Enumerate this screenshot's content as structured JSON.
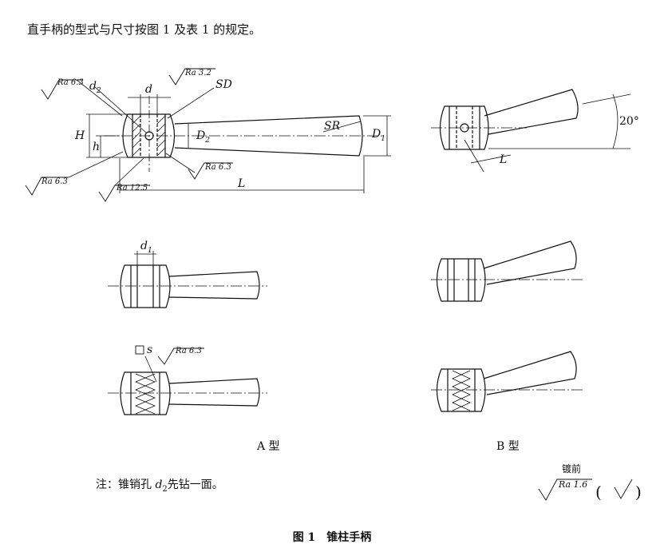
{
  "intro": "直手柄的型式与尺寸按图 1 及表 1 的规定。",
  "labels": {
    "ra63_a": "Ra 6.3",
    "ra32": "Ra 3.2",
    "ra63_b": "Ra 6.3",
    "ra63_c": "Ra 6.3",
    "ra125": "Ra 12.5",
    "ra63_s": "Ra 6.3",
    "ra16": "Ra 1.6",
    "d2": "d",
    "d2_sub": "2",
    "d": "d",
    "sd": "SD",
    "sr": "SR",
    "H": "H",
    "h": "h",
    "D2": "D",
    "D2_sub": "2",
    "D1": "D",
    "D1_sub": "1",
    "L": "L",
    "L2": "L",
    "angle": "20°",
    "d1": "d",
    "d1_sub": "1",
    "s": "s"
  },
  "type_a": "A 型",
  "type_b": "B 型",
  "note_prefix": "注：锥销孔 ",
  "note_var": "d",
  "note_sub": "2",
  "note_suffix": "先钻一面。",
  "plating": "镀前",
  "caption": "图 1　锥柱手柄"
}
